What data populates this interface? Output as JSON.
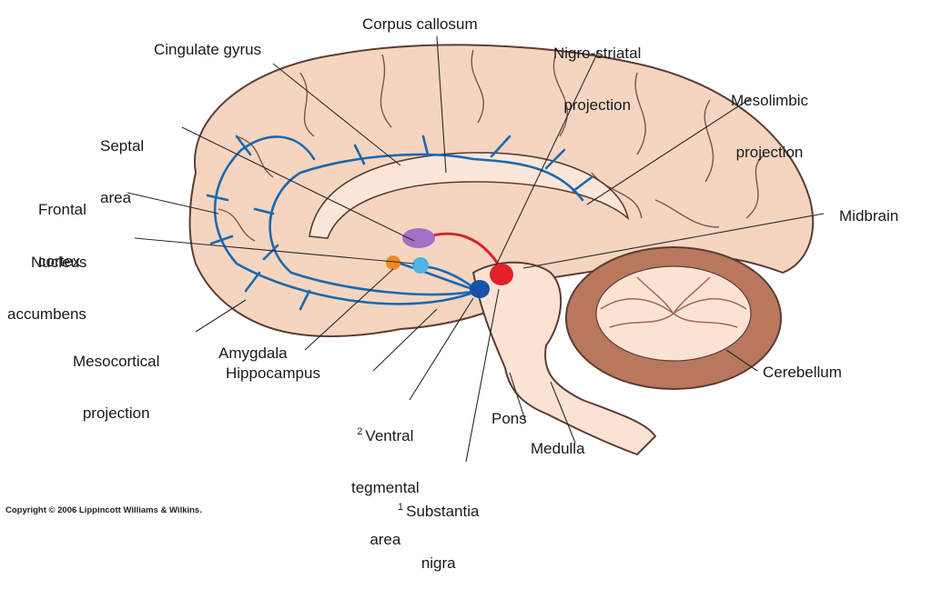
{
  "labels": {
    "corpus_callosum": "Corpus callosum",
    "nigro_striatal_1": "Nigro-striatal",
    "nigro_striatal_2": "projection",
    "cingulate_gyrus": "Cingulate gyrus",
    "mesolimbic_1": "Mesolimbic",
    "mesolimbic_2": "projection",
    "septal_1": "Septal",
    "septal_2": "area",
    "frontal_1": "Frontal",
    "frontal_2": "cortex",
    "midbrain": "Midbrain",
    "nucleus_1": "Nucleus",
    "nucleus_2": "accumbens",
    "mesocortical_1": "Mesocortical",
    "mesocortical_2": "projection",
    "amygdala": "Amygdala",
    "hippocampus": "Hippocampus",
    "cerebellum": "Cerebellum",
    "vta_num": "2",
    "vta_1": "Ventral",
    "vta_2": "tegmental",
    "vta_3": "area",
    "pons": "Pons",
    "medulla": "Medulla",
    "sn_num": "1",
    "sn_1": "Substantia",
    "sn_2": "nigra"
  },
  "copyright": "Copyright © 2006 Lippincott Williams & Wilkins.",
  "colors": {
    "brain": "#f6d5c0",
    "brain_outline": "#5a3e36",
    "cerebellum": "#b9785e",
    "dopamine_pathway": "#1b68b0",
    "nigrostriatal": "#d9212a",
    "vta_nucleus": "#1552a8",
    "substantia_nigra": "#e32026",
    "striatum": "#a270c4",
    "nucleus_accumbens": "#4fb3e6",
    "amygdala": "#f08a1f"
  }
}
